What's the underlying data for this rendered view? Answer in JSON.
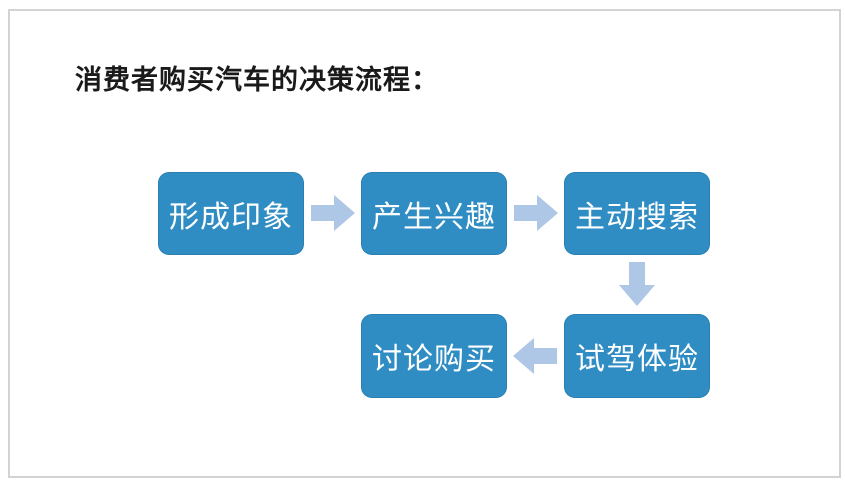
{
  "slide": {
    "title": "消费者购买汽车的决策流程：",
    "colors": {
      "box_fill": "#2F8DC4",
      "box_text": "#FFFFFF",
      "arrow_fill": "#AEC7E6",
      "title_text": "#1A1A1A",
      "slide_border": "#D3D3D3",
      "background": "#FFFFFF"
    },
    "flow": {
      "type": "process-diagram",
      "steps": [
        {
          "label": "形成印象"
        },
        {
          "label": "产生兴趣"
        },
        {
          "label": "主动搜索"
        },
        {
          "label": "试驾体验"
        },
        {
          "label": "讨论购买"
        }
      ],
      "connections": [
        {
          "from": "形成印象",
          "to": "产生兴趣",
          "direction": "right",
          "icon": "right-arrow-icon"
        },
        {
          "from": "产生兴趣",
          "to": "主动搜索",
          "direction": "right",
          "icon": "right-arrow-icon"
        },
        {
          "from": "主动搜索",
          "to": "试驾体验",
          "direction": "down",
          "icon": "down-arrow-icon"
        },
        {
          "from": "试驾体验",
          "to": "讨论购买",
          "direction": "left",
          "icon": "left-arrow-icon"
        }
      ]
    }
  }
}
